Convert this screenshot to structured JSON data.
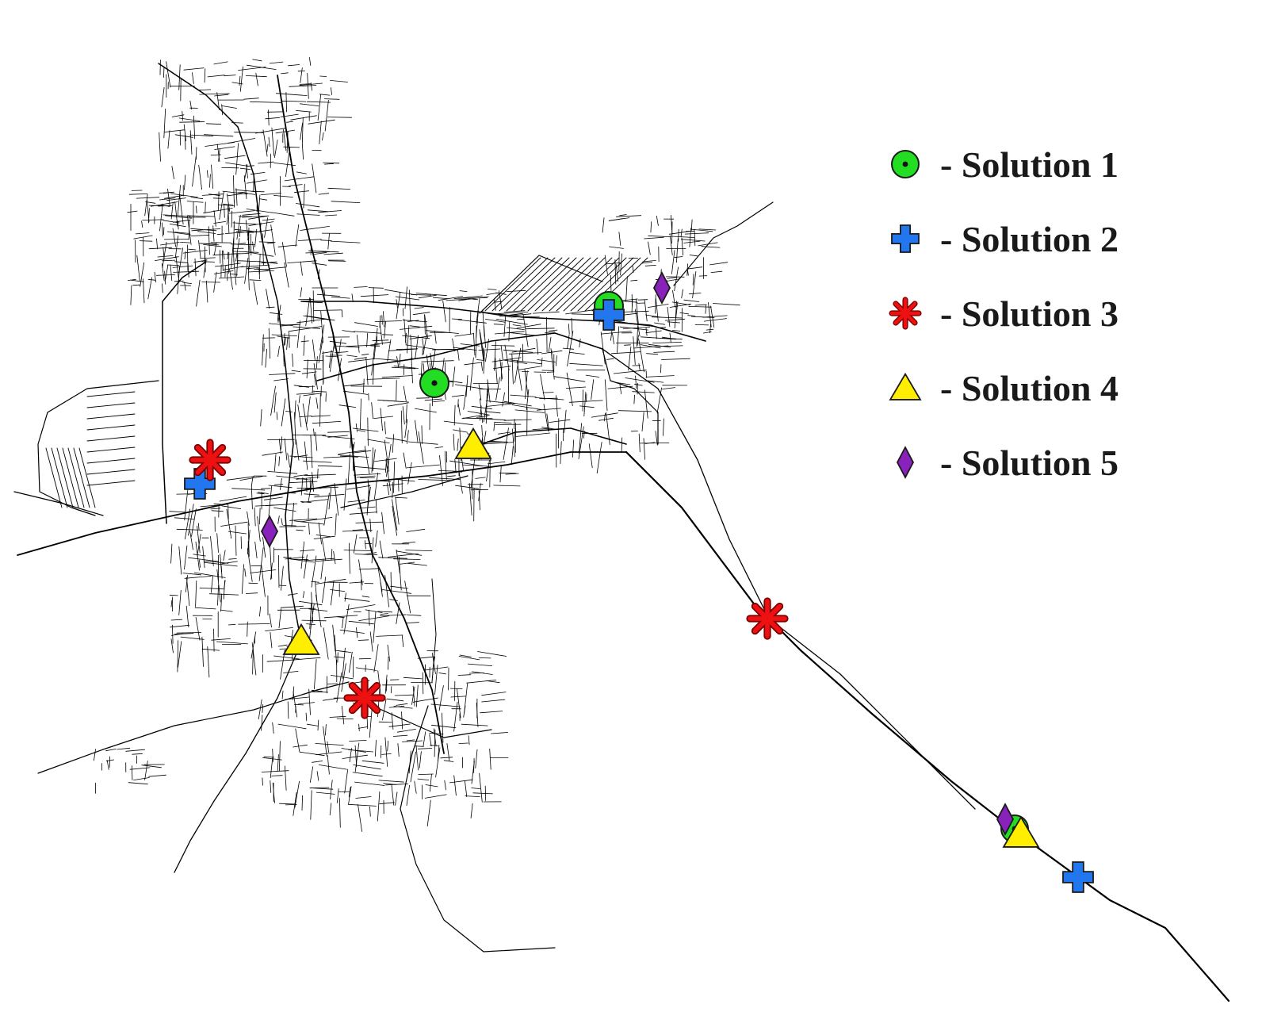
{
  "legend": [
    {
      "symbol": "circle-dot-icon",
      "color": "#22dd22",
      "label": "- Solution 1"
    },
    {
      "symbol": "plus-icon",
      "color": "#2277ee",
      "label": "- Solution 2"
    },
    {
      "symbol": "asterisk-icon",
      "color": "#ee1111",
      "label": "- Solution 3"
    },
    {
      "symbol": "triangle-icon",
      "color": "#ffee00",
      "label": "- Solution 4"
    },
    {
      "symbol": "diamond-icon",
      "color": "#8822bb",
      "label": "- Solution 5"
    }
  ],
  "colors": {
    "road": "#000000",
    "marker_stroke": "#1a1a1a",
    "background": "#ffffff"
  }
}
